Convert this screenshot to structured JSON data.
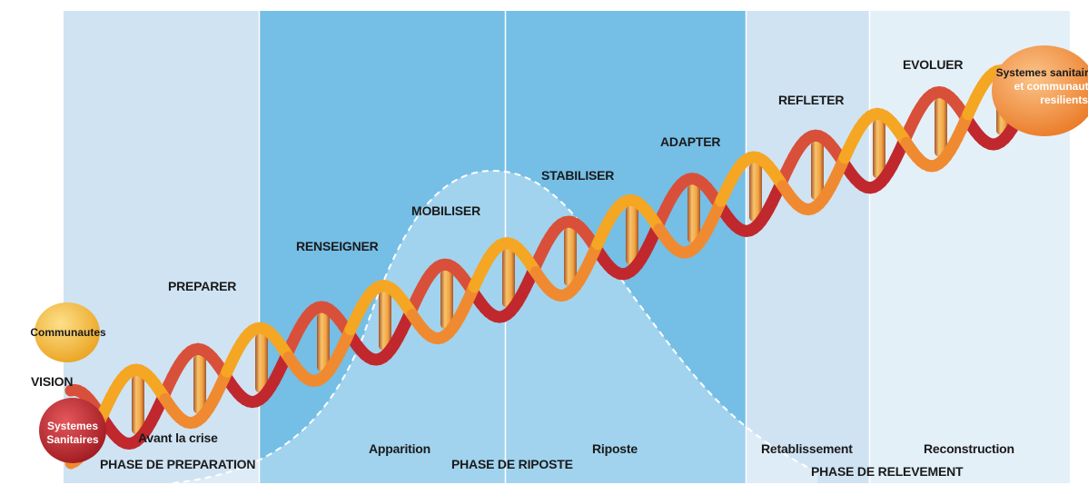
{
  "colors": {
    "panel_light": "#cfe3f3",
    "panel_mid": "#75bee6",
    "panel_pale": "#e4f0f8",
    "helix_red": "#c0282d",
    "helix_orange": "#f5a623",
    "rung": "#e9a94a",
    "ball_red": "#b8232a",
    "ball_yellow": "#f4bf3a",
    "ball_orange": "#f39c45"
  },
  "steps": [
    {
      "label": "PREPARER"
    },
    {
      "label": "RENSEIGNER"
    },
    {
      "label": "MOBILISER"
    },
    {
      "label": "STABILISER"
    },
    {
      "label": "ADAPTER"
    },
    {
      "label": "REFLETER"
    },
    {
      "label": "EVOLUER"
    }
  ],
  "vision": {
    "label": "VISION",
    "start_top": "Communautes",
    "start_bottom_line1": "Systemes",
    "start_bottom_line2": "Sanitaires",
    "end_line1": "Systemes sanitaires",
    "end_line2": "et communautes",
    "end_line3": "resilients"
  },
  "zones": [
    {
      "label": "Avant la crise"
    },
    {
      "label": "Apparition"
    },
    {
      "label": "Riposte"
    },
    {
      "label": "Retablissement"
    },
    {
      "label": "Reconstruction"
    }
  ],
  "phases": [
    {
      "label": "PHASE DE PREPARATION"
    },
    {
      "label": "PHASE DE RIPOSTE"
    },
    {
      "label": "PHASE DE RELEVEMENT"
    }
  ]
}
